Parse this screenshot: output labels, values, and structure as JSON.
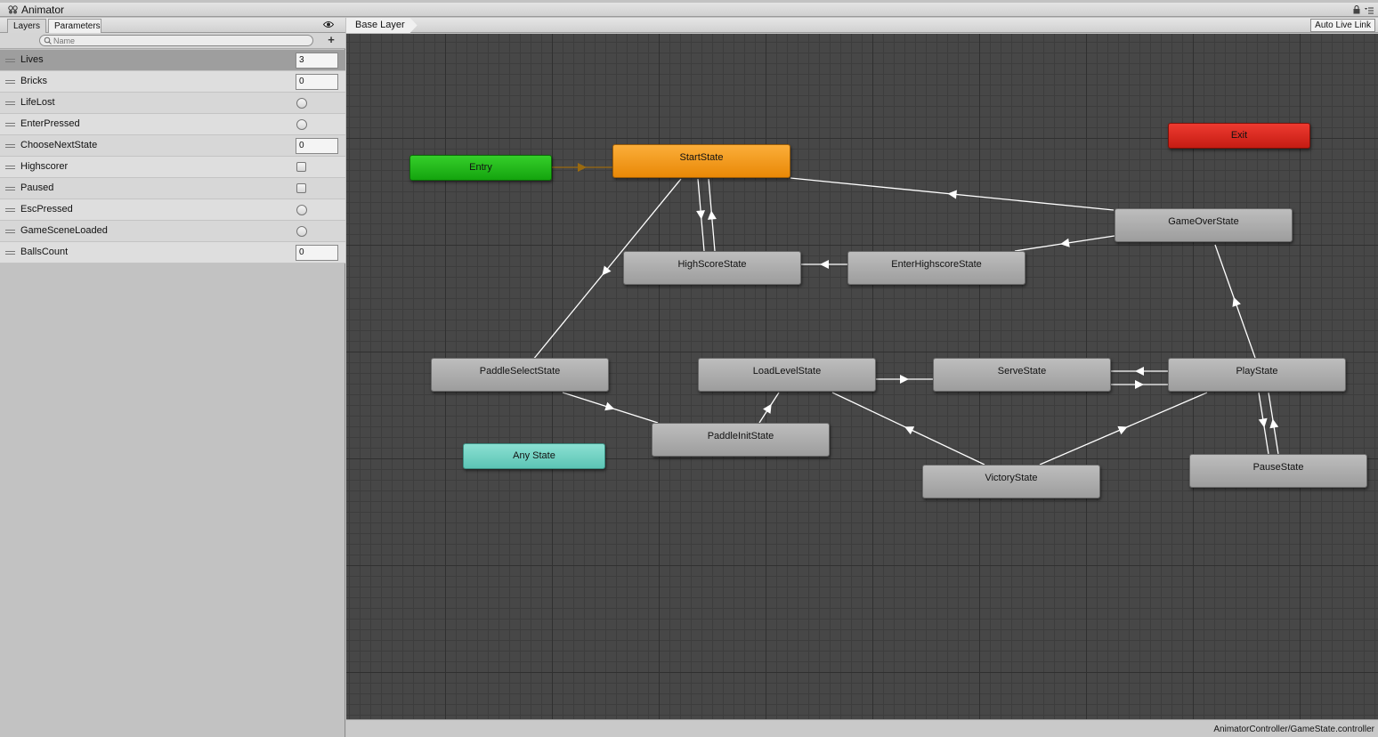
{
  "window": {
    "title": "Animator"
  },
  "left_panel": {
    "tabs": [
      {
        "label": "Layers"
      },
      {
        "label": "Parameters"
      }
    ],
    "search": {
      "placeholder": "Name"
    },
    "add_label": "+",
    "parameters": [
      {
        "name": "Lives",
        "type": "int",
        "value": "3"
      },
      {
        "name": "Bricks",
        "type": "int",
        "value": "0"
      },
      {
        "name": "LifeLost",
        "type": "trigger"
      },
      {
        "name": "EnterPressed",
        "type": "trigger"
      },
      {
        "name": "ChooseNextState",
        "type": "int",
        "value": "0"
      },
      {
        "name": "Highscorer",
        "type": "bool",
        "checked": false
      },
      {
        "name": "Paused",
        "type": "bool",
        "checked": false
      },
      {
        "name": "EscPressed",
        "type": "trigger"
      },
      {
        "name": "GameSceneLoaded",
        "type": "trigger"
      },
      {
        "name": "BallsCount",
        "type": "int",
        "value": "0"
      }
    ]
  },
  "graph": {
    "breadcrumb": "Base Layer",
    "auto_live_link": "Auto Live Link",
    "nodes": {
      "entry": "Entry",
      "start": "StartState",
      "exit": "Exit",
      "game_over": "GameOverState",
      "high_score": "HighScoreState",
      "enter_highscore": "EnterHighscoreState",
      "paddle_select": "PaddleSelectState",
      "load_level": "LoadLevelState",
      "serve": "ServeState",
      "play": "PlayState",
      "paddle_init": "PaddleInitState",
      "any_state": "Any State",
      "victory": "VictoryState",
      "pause": "PauseState"
    },
    "colors": {
      "entry": "#1fb816",
      "default_state": "#ee8c08",
      "exit": "#d9241a",
      "any_state": "#72d2c3",
      "state": "#aaaaaa",
      "transition": "#ffffff",
      "entry_transition": "#9a6a10"
    }
  },
  "statusbar": {
    "path": "AnimatorController/GameState.controller"
  }
}
